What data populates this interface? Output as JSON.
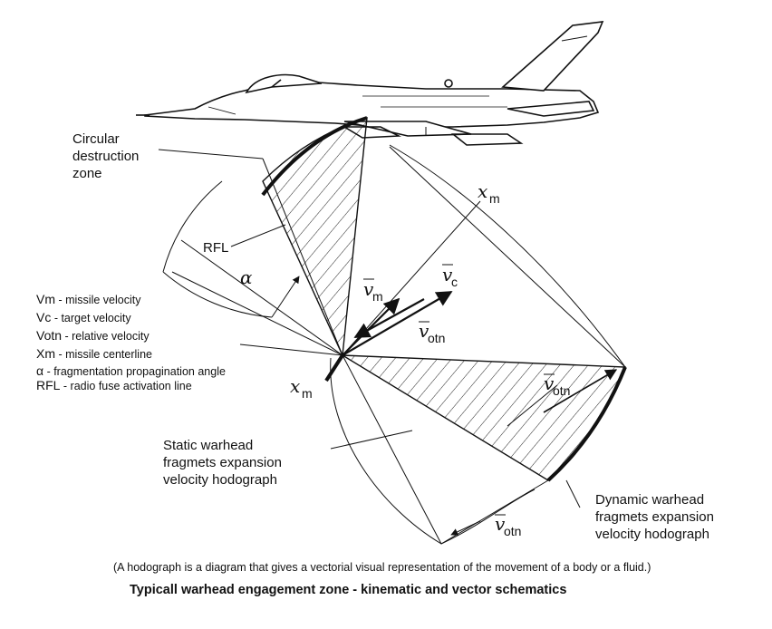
{
  "labels": {
    "circular_zone": [
      "Circular",
      "destruction",
      "zone"
    ],
    "rfl": "RFL",
    "alpha": "α",
    "xm_top": {
      "base": "x",
      "sub": "m"
    },
    "xm_bottom": {
      "base": "x",
      "sub": "m"
    },
    "vm": {
      "base": "v",
      "sub": "m"
    },
    "vc": {
      "base": "v",
      "sub": "c"
    },
    "votn_mid": {
      "base": "v",
      "sub": "otn"
    },
    "votn_right": {
      "base": "v",
      "sub": "otn"
    },
    "votn_bottom": {
      "base": "v",
      "sub": "otn"
    },
    "static_hodograph": [
      "Static warhead",
      "fragmets expansion",
      "velocity hodograph"
    ],
    "dynamic_hodograph": [
      "Dynamic warhead",
      "fragmets expansion",
      "velocity hodograph"
    ]
  },
  "legend": [
    {
      "sym": "Vm",
      "text": " - missile velocity"
    },
    {
      "sym": "Vc",
      "text": " - target velocity"
    },
    {
      "sym": "Votn",
      "text": " - relative velocity"
    },
    {
      "sym": "Xm",
      "text": " - missile centerline"
    },
    {
      "sym": "α",
      "text": " - fragmentation propagination angle"
    },
    {
      "sym": "RFL",
      "text": " - radio fuse activation line"
    }
  ],
  "note": "(A hodograph is a diagram that gives a vectorial visual representation of the movement of a body or a fluid.)",
  "caption": "Typicall warhead engagement zone - kinematic and vector schematics",
  "icons": [
    "fighter-jet-icon"
  ]
}
